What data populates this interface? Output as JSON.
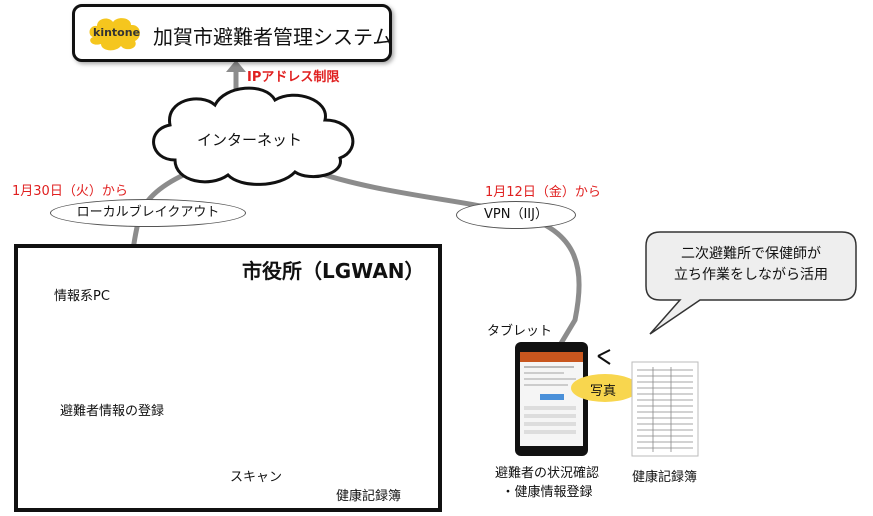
{
  "system": {
    "logo_text": "kintone",
    "title": "加賀市避難者管理システム",
    "ip_restriction": "IPアドレス制限"
  },
  "internet": {
    "label": "インターネット"
  },
  "connections": {
    "local_breakout": {
      "date": "1月30日（火）から",
      "label": "ローカルブレイクアウト"
    },
    "vpn": {
      "date": "1月12日（金）から",
      "label": "VPN（IIJ）"
    }
  },
  "city_hall": {
    "title": "市役所（LGWAN）",
    "pc_label": "情報系PC",
    "pc_caption": "避難者情報の登録",
    "scan_label": "スキャン",
    "record_label": "健康記録簿"
  },
  "tablet": {
    "label": "タブレット",
    "caption_line1": "避難者の状況確認",
    "caption_line2": "・健康情報登録",
    "photo_label": "写真",
    "record_label": "健康記録簿"
  },
  "callout": {
    "line1": "二次避難所で保健師が",
    "line2": "立ち作業をしながら活用"
  },
  "colors": {
    "red": "#e02020",
    "line_gray": "#8c8c8c",
    "arrow_blue": "#4a72c4",
    "highlight_yellow": "#f8d64e",
    "kintone_yellow": "#f5c61e",
    "callout_fill": "#eeeeee"
  }
}
